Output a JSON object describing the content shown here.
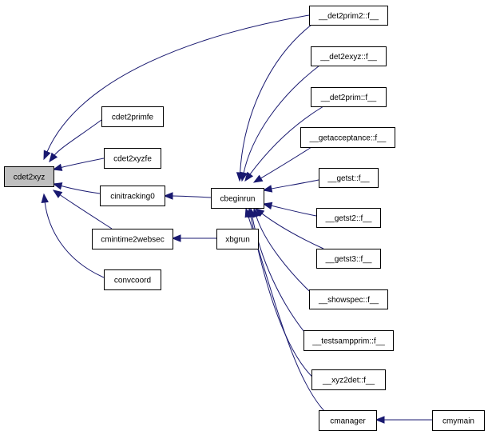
{
  "graph": {
    "nodes": [
      {
        "id": "cdet2xyz",
        "label": "cdet2xyz",
        "root": true
      },
      {
        "id": "cdet2primfe",
        "label": "cdet2primfe"
      },
      {
        "id": "cdet2xyzfe",
        "label": "cdet2xyzfe"
      },
      {
        "id": "cinitracking0",
        "label": "cinitracking0"
      },
      {
        "id": "cmintime2websec",
        "label": "cmintime2websec"
      },
      {
        "id": "convcoord",
        "label": "convcoord"
      },
      {
        "id": "cbeginrun",
        "label": "cbeginrun"
      },
      {
        "id": "xbgrun",
        "label": "xbgrun"
      },
      {
        "id": "det2prim2",
        "label": "__det2prim2::f__"
      },
      {
        "id": "det2exyz",
        "label": "__det2exyz::f__"
      },
      {
        "id": "det2prim",
        "label": "__det2prim::f__"
      },
      {
        "id": "getacceptance",
        "label": "__getacceptance::f__"
      },
      {
        "id": "getst",
        "label": "__getst::f__"
      },
      {
        "id": "getst2",
        "label": "__getst2::f__"
      },
      {
        "id": "getst3",
        "label": "__getst3::f__"
      },
      {
        "id": "showspec",
        "label": "__showspec::f__"
      },
      {
        "id": "testsampprim",
        "label": "__testsampprim::f__"
      },
      {
        "id": "xyz2det",
        "label": "__xyz2det::f__"
      },
      {
        "id": "cmanager",
        "label": "cmanager"
      },
      {
        "id": "cmymain",
        "label": "cmymain"
      }
    ],
    "edges": [
      {
        "from": "det2prim2",
        "to": "cdet2xyz"
      },
      {
        "from": "cdet2primfe",
        "to": "cdet2xyz"
      },
      {
        "from": "cdet2xyzfe",
        "to": "cdet2xyz"
      },
      {
        "from": "cinitracking0",
        "to": "cdet2xyz"
      },
      {
        "from": "cmintime2websec",
        "to": "cdet2xyz"
      },
      {
        "from": "convcoord",
        "to": "cdet2xyz"
      },
      {
        "from": "cbeginrun",
        "to": "cinitracking0"
      },
      {
        "from": "xbgrun",
        "to": "cmintime2websec"
      },
      {
        "from": "det2prim2",
        "to": "cbeginrun"
      },
      {
        "from": "det2exyz",
        "to": "cbeginrun"
      },
      {
        "from": "det2prim",
        "to": "cbeginrun"
      },
      {
        "from": "getacceptance",
        "to": "cbeginrun"
      },
      {
        "from": "getst",
        "to": "cbeginrun"
      },
      {
        "from": "getst2",
        "to": "cbeginrun"
      },
      {
        "from": "getst3",
        "to": "cbeginrun"
      },
      {
        "from": "showspec",
        "to": "cbeginrun"
      },
      {
        "from": "testsampprim",
        "to": "cbeginrun"
      },
      {
        "from": "xyz2det",
        "to": "cbeginrun"
      },
      {
        "from": "cmanager",
        "to": "cbeginrun"
      },
      {
        "from": "cmymain",
        "to": "cmanager"
      }
    ]
  }
}
